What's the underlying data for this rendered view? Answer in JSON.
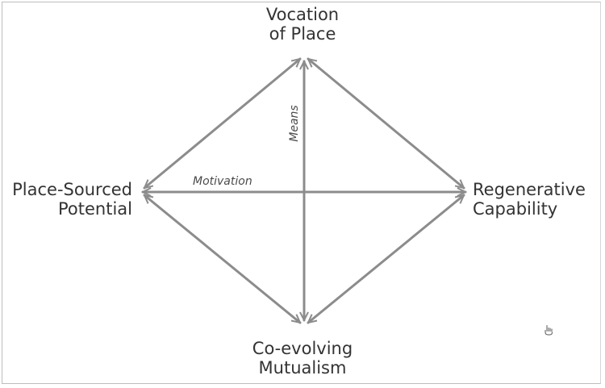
{
  "diagram": {
    "nodes": {
      "top": [
        "Vocation",
        "of Place"
      ],
      "bottom": [
        "Co-evolving",
        "Mutualism"
      ],
      "left": [
        "Place-Sourced",
        "Potential"
      ],
      "right": [
        "Regenerative",
        "Capability"
      ]
    },
    "axes": {
      "horizontal": "Motivation",
      "vertical": "Means"
    },
    "colors": {
      "arrow": "#8c8c8c",
      "text": "#333333"
    }
  },
  "icons": {
    "cursor": "hand-pointer-icon"
  }
}
